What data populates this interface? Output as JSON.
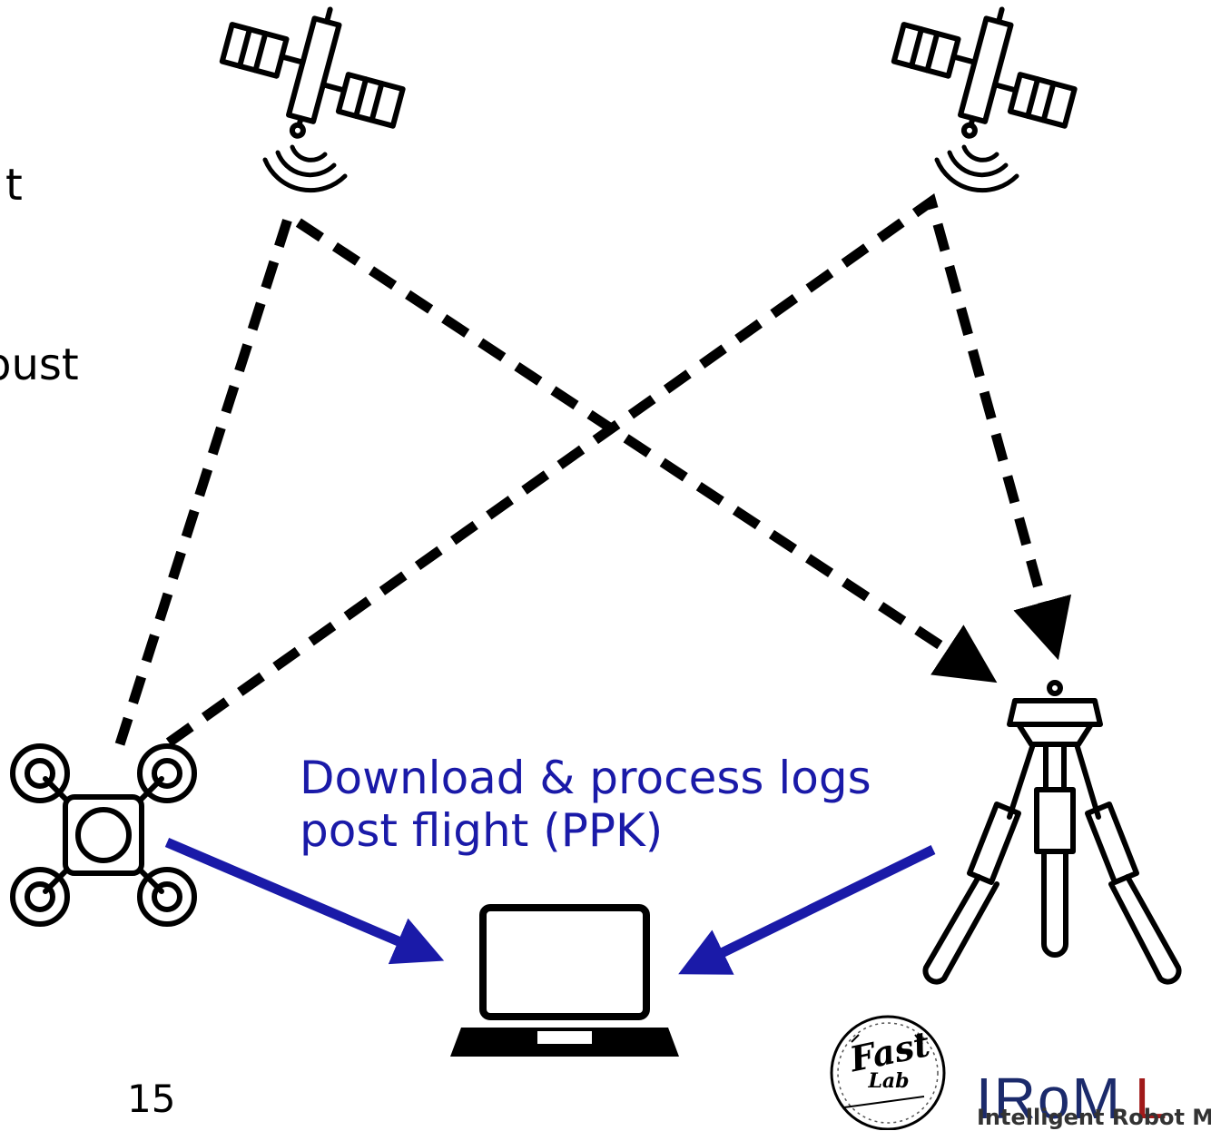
{
  "left_text_fragments": [
    "t",
    "bust"
  ],
  "annotation": {
    "line1": "Download & process logs",
    "line2": "post flight (PPK)",
    "color": "#1a1aa8"
  },
  "page_number": "15",
  "logos": {
    "fast_lab": {
      "word1": "Fast",
      "word2": "Lab"
    },
    "irom_lab": {
      "title_main": "IRoM",
      "title_end": "L",
      "subtitle": "Intelligent Robot Mot",
      "main_color": "#1b2a6b",
      "accent_color": "#a01a1a"
    }
  },
  "icons": {
    "satellites": [
      "satellite-icon",
      "satellite-icon"
    ],
    "drone": "drone-icon",
    "tripod": "tripod-base-station-icon",
    "laptop": "laptop-icon"
  },
  "signals": {
    "satellite_links": "dashed-black-arrows",
    "download_links": "solid-blue-arrows"
  }
}
